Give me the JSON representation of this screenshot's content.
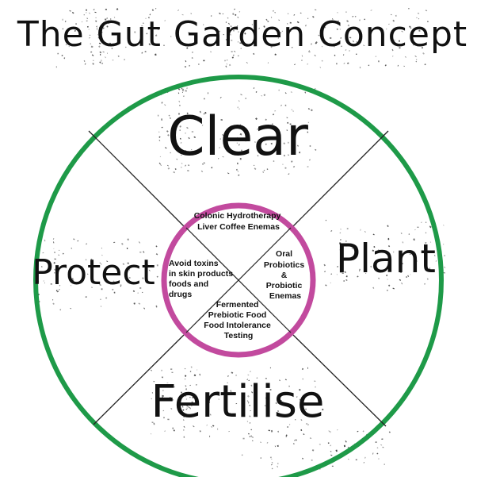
{
  "title": "The Gut Garden Concept",
  "colors": {
    "outer_ring": "#1e9a48",
    "inner_ring": "#c24a9e",
    "text": "#111111",
    "lines": "#222222",
    "background": "#ffffff"
  },
  "quadrants": {
    "top": {
      "label": "Clear"
    },
    "right": {
      "label": "Plant"
    },
    "bottom": {
      "label": "Fertilise"
    },
    "left": {
      "label": "Protect"
    }
  },
  "inner": {
    "top": [
      "Colonic Hydrotherapy",
      "Liver Coffee Enemas"
    ],
    "right": [
      "Oral",
      "Probiotics",
      "&",
      "Probiotic",
      "Enemas"
    ],
    "bottom": [
      "Fermented",
      "Prebiotic Food",
      "Food Intolerance",
      "Testing"
    ],
    "left": [
      "Avoid toxins",
      "in skin products",
      "foods and",
      "drugs"
    ]
  }
}
